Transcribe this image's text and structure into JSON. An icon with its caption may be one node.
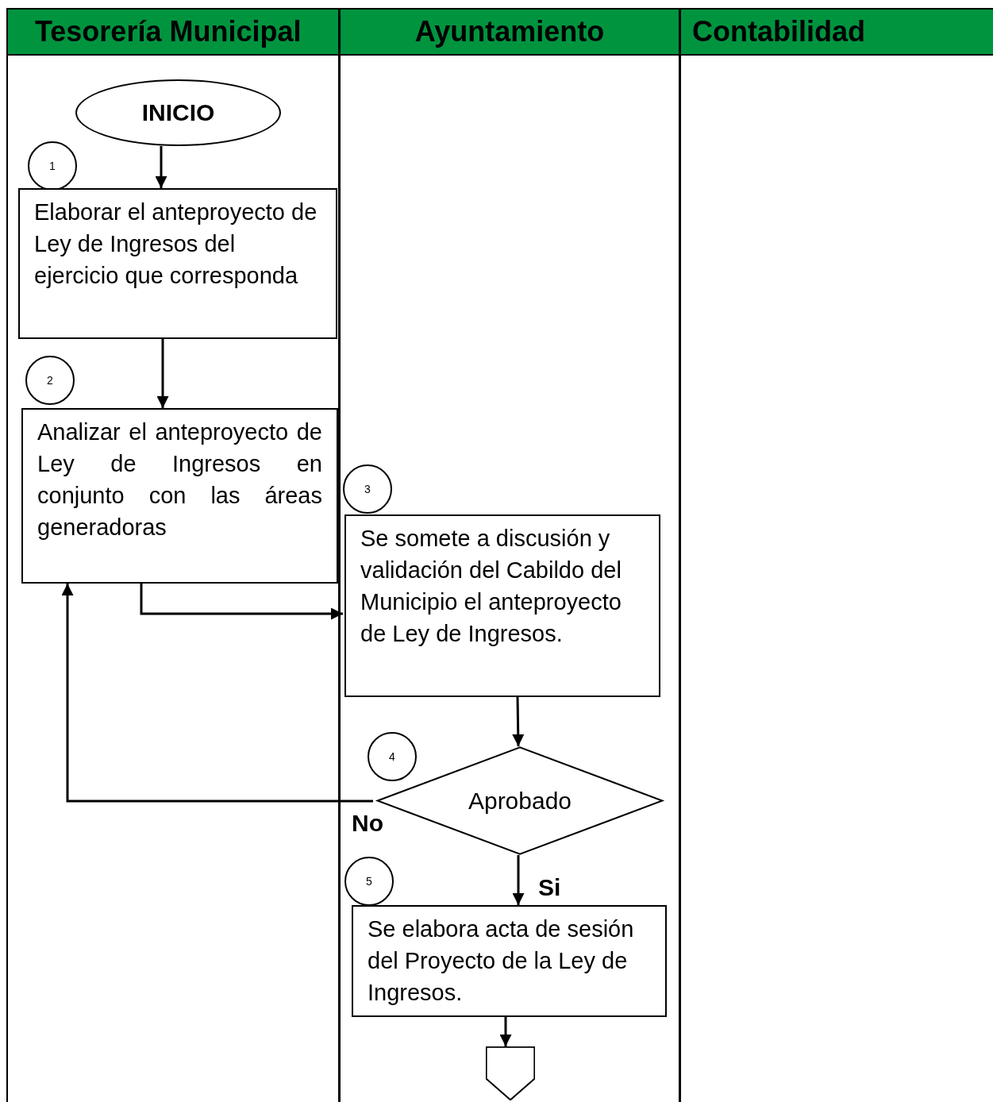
{
  "diagram": {
    "nodes": [
      {
        "text": [
          "Tesorería Municipal"
        ]
      },
      {
        "text": [
          "Ayuntamiento"
        ]
      },
      {
        "text": [
          "Contabilidad"
        ]
      },
      {
        "text": [
          "INICIO"
        ],
        "in": 0
      },
      {
        "text": [
          "1"
        ],
        "in": 0
      },
      {
        "text": [
          "Elaborar el anteproyecto de Ley de Ingresos del ejercicio que corresponda"
        ],
        "in": 0
      },
      {
        "text": [
          "2"
        ],
        "in": 0
      },
      {
        "text": [
          "Analizar el anteproyecto de Ley de Ingresos en conjunto con las áreas generadoras"
        ],
        "in": 0
      },
      {
        "text": [
          "3"
        ],
        "in": 1
      },
      {
        "text": [
          "Se somete a discusión y validación del Cabildo del Municipio el anteproyecto de Ley de Ingresos."
        ],
        "in": 1
      },
      {
        "text": [
          "4"
        ],
        "in": 1
      },
      {
        "text": [
          "Aprobado"
        ],
        "in": 1
      },
      {
        "text": [
          "5"
        ],
        "in": 1
      },
      {
        "text": [
          "Se elabora acta de sesión del Proyecto de la Ley de Ingresos."
        ],
        "in": 1
      },
      {
        "text": [],
        "shape": "pentagon",
        "in": 1
      }
    ],
    "edges": [
      {
        "from": 3,
        "to": 5,
        "arrow": "to"
      },
      {
        "from": 5,
        "to": 7,
        "arrow": "to"
      },
      {
        "from": 7,
        "to": 9,
        "arrow": "to"
      },
      {
        "from": 9,
        "to": 11,
        "arrow": "to"
      },
      {
        "from": 11,
        "to": 7,
        "arrow": "to",
        "label": "No"
      },
      {
        "from": 11,
        "to": 13,
        "arrow": "to",
        "label": "Si"
      },
      {
        "from": 13,
        "to": 14,
        "arrow": "to"
      }
    ]
  }
}
